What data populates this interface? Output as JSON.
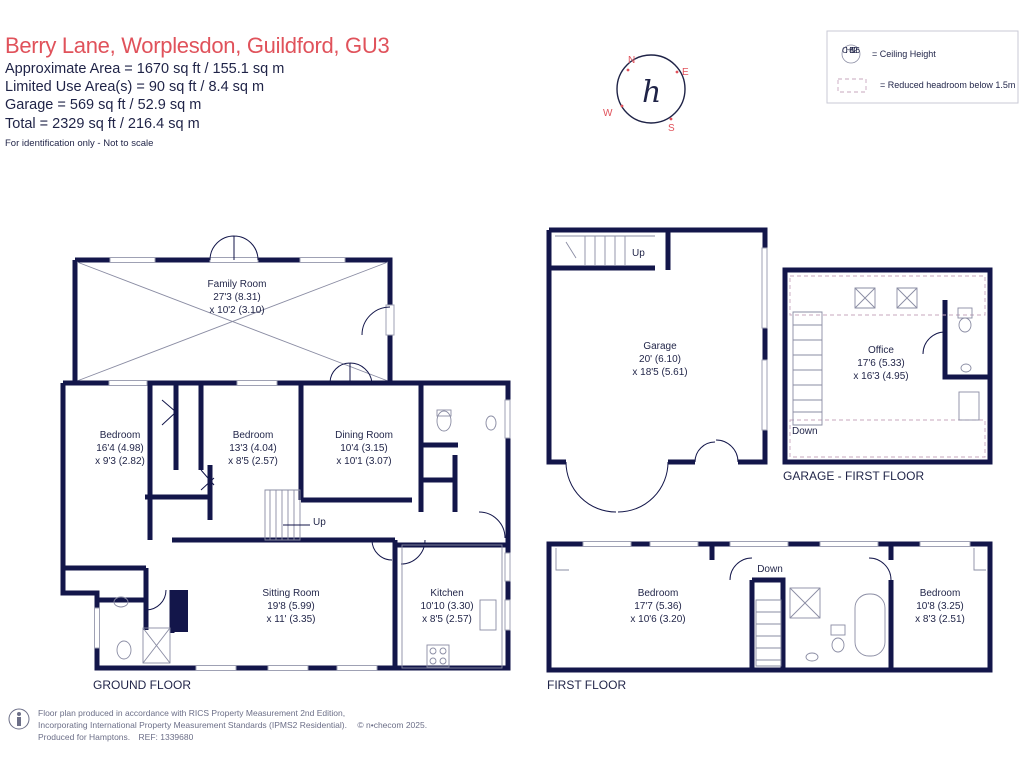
{
  "header": {
    "title": "Berry Lane, Worplesdon, Guildford, GU3",
    "areas": [
      "Approximate Area = 1670 sq ft / 155.1 sq m",
      "Limited Use Area(s) = 90 sq ft / 8.4 sq m",
      "Garage = 569 sq ft / 52.9 sq m",
      "Total = 2329 sq ft / 216.4 sq m"
    ],
    "disclaimer": "For identification only - Not to scale"
  },
  "compass": {
    "n": "N",
    "e": "E",
    "s": "S",
    "w": "W",
    "logo": "h"
  },
  "legend": {
    "ceiling_badge": "CH 8'5/2.6",
    "ceiling_label": "= Ceiling Height",
    "reduced_label": "= Reduced headroom below 1.5m"
  },
  "rooms": {
    "family": {
      "name": "Family Room",
      "imperial": "27'3 (8.31)",
      "metric": "x 10'2 (3.10)"
    },
    "bedroom_g1": {
      "name": "Bedroom",
      "imperial": "16'4 (4.98)",
      "metric": "x 9'3 (2.82)"
    },
    "bedroom_g2": {
      "name": "Bedroom",
      "imperial": "13'3 (4.04)",
      "metric": "x 8'5 (2.57)"
    },
    "dining": {
      "name": "Dining Room",
      "imperial": "10'4 (3.15)",
      "metric": "x 10'1 (3.07)"
    },
    "sitting": {
      "name": "Sitting Room",
      "imperial": "19'8 (5.99)",
      "metric": "x 11' (3.35)"
    },
    "kitchen": {
      "name": "Kitchen",
      "imperial": "10'10 (3.30)",
      "metric": "x 8'5 (2.57)"
    },
    "garage": {
      "name": "Garage",
      "imperial": "20' (6.10)",
      "metric": "x 18'5 (5.61)"
    },
    "office": {
      "name": "Office",
      "imperial": "17'6 (5.33)",
      "metric": "x 16'3 (4.95)"
    },
    "bedroom_f1": {
      "name": "Bedroom",
      "imperial": "17'7 (5.36)",
      "metric": "x 10'6 (3.20)"
    },
    "bedroom_f2": {
      "name": "Bedroom",
      "imperial": "10'8 (3.25)",
      "metric": "x 8'3 (2.51)"
    }
  },
  "stair_labels": {
    "up_ground": "Up",
    "up_garage": "Up",
    "down_office": "Down",
    "down_first": "Down"
  },
  "floor_labels": {
    "ground": "GROUND FLOOR",
    "garage_first": "GARAGE - FIRST FLOOR",
    "first": "FIRST FLOOR"
  },
  "footer": {
    "line1": "Floor plan produced in accordance with RICS Property Measurement 2nd Edition,",
    "line2": "Incorporating International Property Measurement Standards (IPMS2 Residential).",
    "brand": "© n•checom 2025.",
    "line3": "Produced for Hamptons.",
    "ref": "REF: 1339680"
  },
  "colors": {
    "wall": "#13164a",
    "accent": "#e0525b",
    "text": "#1f2347"
  }
}
